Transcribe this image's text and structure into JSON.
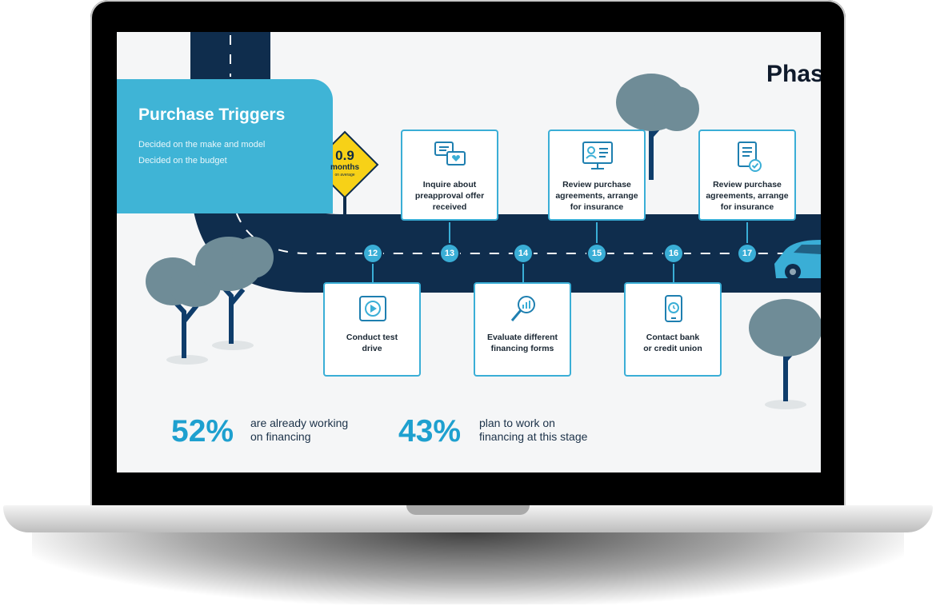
{
  "header": {
    "phase_title": "Phas"
  },
  "triggers": {
    "title": "Purchase Triggers",
    "items": [
      "Decided on the make and model",
      "Decided on the budget"
    ]
  },
  "sign": {
    "value": "0.9",
    "unit": "months",
    "note": "on average"
  },
  "steps": [
    {
      "num": "12",
      "label_lines": [
        "Conduct test",
        "drive"
      ],
      "icon": "play-video-icon"
    },
    {
      "num": "13",
      "label_lines": [
        "Inquire about",
        "preapproval offer",
        "received"
      ],
      "icon": "chat-heart-icon"
    },
    {
      "num": "14",
      "label_lines": [
        "Evaluate different",
        "financing forms"
      ],
      "icon": "magnifier-chart-icon"
    },
    {
      "num": "15",
      "label_lines": [
        "Review purchase",
        "agreements, arrange",
        "for insurance"
      ],
      "icon": "monitor-profile-icon"
    },
    {
      "num": "16",
      "label_lines": [
        "Contact bank",
        "or credit union"
      ],
      "icon": "mobile-clock-icon"
    },
    {
      "num": "17",
      "label_lines": [
        "Review purchase",
        "agreements, arrange",
        "for insurance"
      ],
      "icon": "document-check-icon"
    }
  ],
  "stats": [
    {
      "value": "52%",
      "lines": [
        "are already working",
        "on financing"
      ]
    },
    {
      "value": "43%",
      "lines": [
        "plan to work on",
        "financing at this stage"
      ]
    }
  ],
  "colors": {
    "accent": "#3aaed6",
    "road": "#0f2d4d",
    "panel": "#3fb4d6",
    "sign": "#f7d117",
    "tree": "#6f8c97",
    "car": "#3aaed6"
  }
}
